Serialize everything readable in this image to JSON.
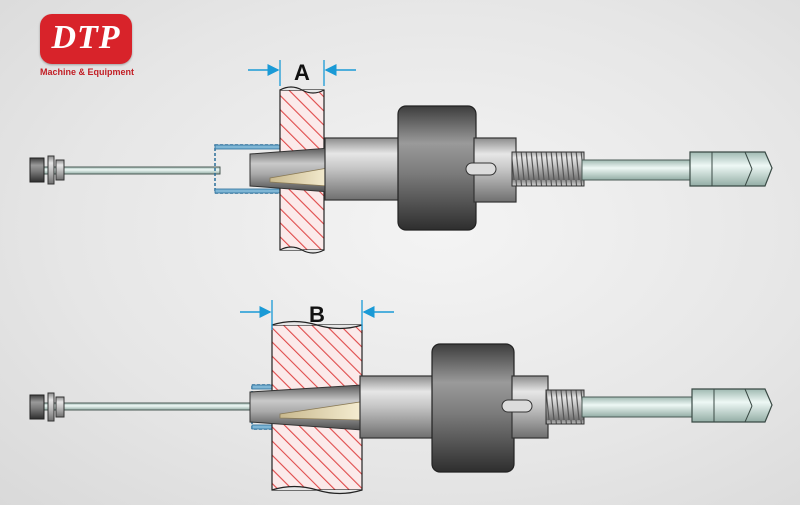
{
  "logo": {
    "letters": "DTP",
    "tagline": "Machine & Equipment",
    "color": "#d8232a"
  },
  "diagram": {
    "top_dimension_label": "A",
    "bottom_dimension_label": "B",
    "dimension_color": "#1a9ad6",
    "hatch_color": "#e04a4a",
    "rod_color": "#d7ece6"
  }
}
